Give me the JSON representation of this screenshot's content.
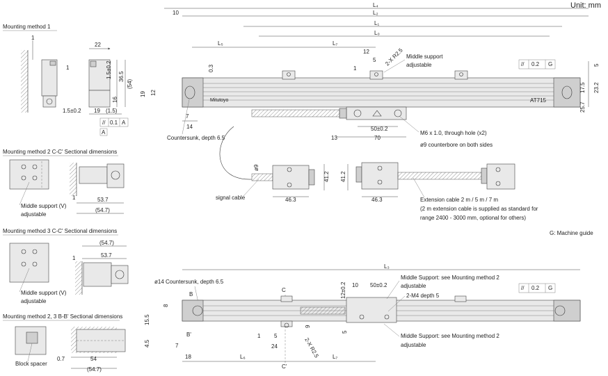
{
  "header": {
    "unit": "Unit: mm"
  },
  "methods": {
    "m1": "Mounting method 1",
    "m2": "Mounting method 2  C-C' Sectional dimensions",
    "m3": "Mounting method 3  C-C' Sectional dimensions",
    "m23": "Mounting method 2, 3  B-B' Sectional dimensions"
  },
  "m1": {
    "d1": "1",
    "d22": "22",
    "d36": "36.5",
    "d54": "(54)",
    "d15": "1.5±0.2",
    "d16": "16",
    "d1b": "1",
    "d15b": "1.5±0.2",
    "d19": "19",
    "d15c": "(1.5)",
    "tol": "0.1",
    "datum": "A",
    "datum2": "A"
  },
  "m2": {
    "note1": "Middle support (V)",
    "note2": "adjustable",
    "d537": "53.7",
    "d547": "(54.7)",
    "d1": "1"
  },
  "m3": {
    "note1": "Middle support (V)",
    "note2": "adjustable",
    "d547": "(54.7)",
    "d537": "53.7",
    "d1": "1"
  },
  "m23": {
    "note": "Block spacer",
    "d07": "0.7",
    "d54": "54",
    "d547": "(54.7)"
  },
  "top": {
    "L4": "L₄",
    "L2": "L₂",
    "L1": "L₁",
    "L0": "L₀",
    "L5": "L₅",
    "L7": "L₇",
    "d10": "10",
    "d12": "12",
    "d5": "5",
    "d1": "1",
    "r25": "2-X R2.5",
    "d03": "0.3",
    "d19": "19",
    "d12b": "12",
    "d7": "7",
    "d14": "14",
    "d5r": "5",
    "d175": "17.5",
    "d232": "23.2",
    "d257": "25.7",
    "tol": "0.2",
    "datum": "G",
    "mid_note1": "Middle support",
    "mid_note2": "adjustable",
    "d50": "50±0.2",
    "d70": "70",
    "d13": "13",
    "m6": "M6 x 1.0, through hole (x2)",
    "cb": "ø9 counterbore on both sides",
    "cs": "Countersunk, depth 6.5",
    "brand": "Mitutoyo",
    "model": "AT715"
  },
  "cable": {
    "d9": "ø9",
    "d412": "41.2",
    "d412b": "41.2",
    "d463": "46.3",
    "d463b": "46.3",
    "signal": "signal cable",
    "ext1": "Extension cable 2 m / 5 m / 7 m",
    "ext2": "(2 m extension cable is supplied as standard for",
    "ext3": "range 2400 - 3000 mm, optional for others)"
  },
  "guide": "G: Machine guide",
  "bottom": {
    "L3": "L₃",
    "cs": "ø14 Countersunk, depth 6.5",
    "B": "B",
    "Bp": "B'",
    "C": "C",
    "Cp": "C'",
    "d8": "8",
    "d155": "15.5",
    "d45": "4.5",
    "d7": "7",
    "d18": "18",
    "L6": "L₆",
    "L7": "L₇",
    "d1": "1",
    "d5": "5",
    "d24": "24",
    "d9": "9",
    "d5b": "5",
    "d12": "12±0.2",
    "d10": "10",
    "d50": "50±0.2",
    "r25": "2-X R2.5",
    "tol": "0.2",
    "datum": "G",
    "ms1": "Middle Support: see Mounting method 2",
    "ms1b": "adjustable",
    "m4": "2-M4 depth 5",
    "ms2": "Middle Support: see Mounting method 2",
    "ms2b": "adjustable"
  }
}
